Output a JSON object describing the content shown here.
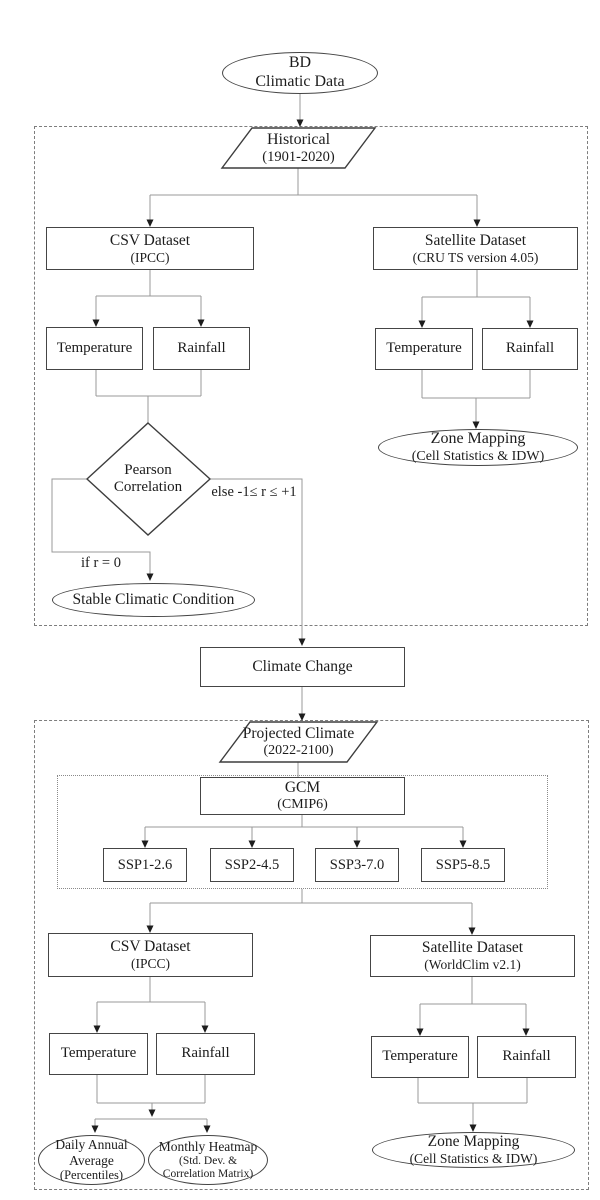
{
  "colors": {
    "background": "#ffffff",
    "node_border": "#454545",
    "connector": "#999999",
    "arrowhead": "#1d1d1d",
    "text": "#1c1c1c",
    "container_border": "#7d7d7d"
  },
  "nodes": {
    "bd": {
      "line1": "BD",
      "line2": "Climatic Data"
    },
    "historical": {
      "line1": "Historical",
      "line2": "(1901-2020)"
    },
    "csv1": {
      "line1": "CSV Dataset",
      "line2": "(IPCC)"
    },
    "sat1": {
      "line1": "Satellite Dataset",
      "line2": "(CRU TS version 4.05)"
    },
    "temp1_left": {
      "label": "Temperature"
    },
    "rain1_left": {
      "label": "Rainfall"
    },
    "temp1_right": {
      "label": "Temperature"
    },
    "rain1_right": {
      "label": "Rainfall"
    },
    "zone1": {
      "line1": "Zone Mapping",
      "line2": "(Cell Statistics & IDW)"
    },
    "pearson": {
      "line1": "Pearson",
      "line2": "Correlation"
    },
    "stable": {
      "label": "Stable Climatic Condition"
    },
    "climate_change": {
      "label": "Climate Change"
    },
    "projected": {
      "line1": "Projected Climate",
      "line2": "(2022-2100)"
    },
    "gcm": {
      "line1": "GCM",
      "line2": "(CMIP6)"
    },
    "ssp1": {
      "label": "SSP1-2.6"
    },
    "ssp2": {
      "label": "SSP2-4.5"
    },
    "ssp3": {
      "label": "SSP3-7.0"
    },
    "ssp5": {
      "label": "SSP5-8.5"
    },
    "csv2": {
      "line1": "CSV Dataset",
      "line2": "(IPCC)"
    },
    "sat2": {
      "line1": "Satellite Dataset",
      "line2": "(WorldClim v2.1)"
    },
    "temp2_left": {
      "label": "Temperature"
    },
    "rain2_left": {
      "label": "Rainfall"
    },
    "temp2_right": {
      "label": "Temperature"
    },
    "rain2_right": {
      "label": "Rainfall"
    },
    "daily_avg": {
      "line1": "Daily Annual",
      "line2": "Average",
      "line3": "(Percentiles)"
    },
    "monthly_heatmap": {
      "line1": "Monthly Heatmap",
      "line2": "(Std. Dev. &",
      "line3": "Correlation Matrix)"
    },
    "zone2": {
      "line1": "Zone Mapping",
      "line2": "(Cell Statistics & IDW)"
    }
  },
  "edge_labels": {
    "if_r0": "if r = 0",
    "else_r": "else -1≤ r ≤ +1"
  }
}
